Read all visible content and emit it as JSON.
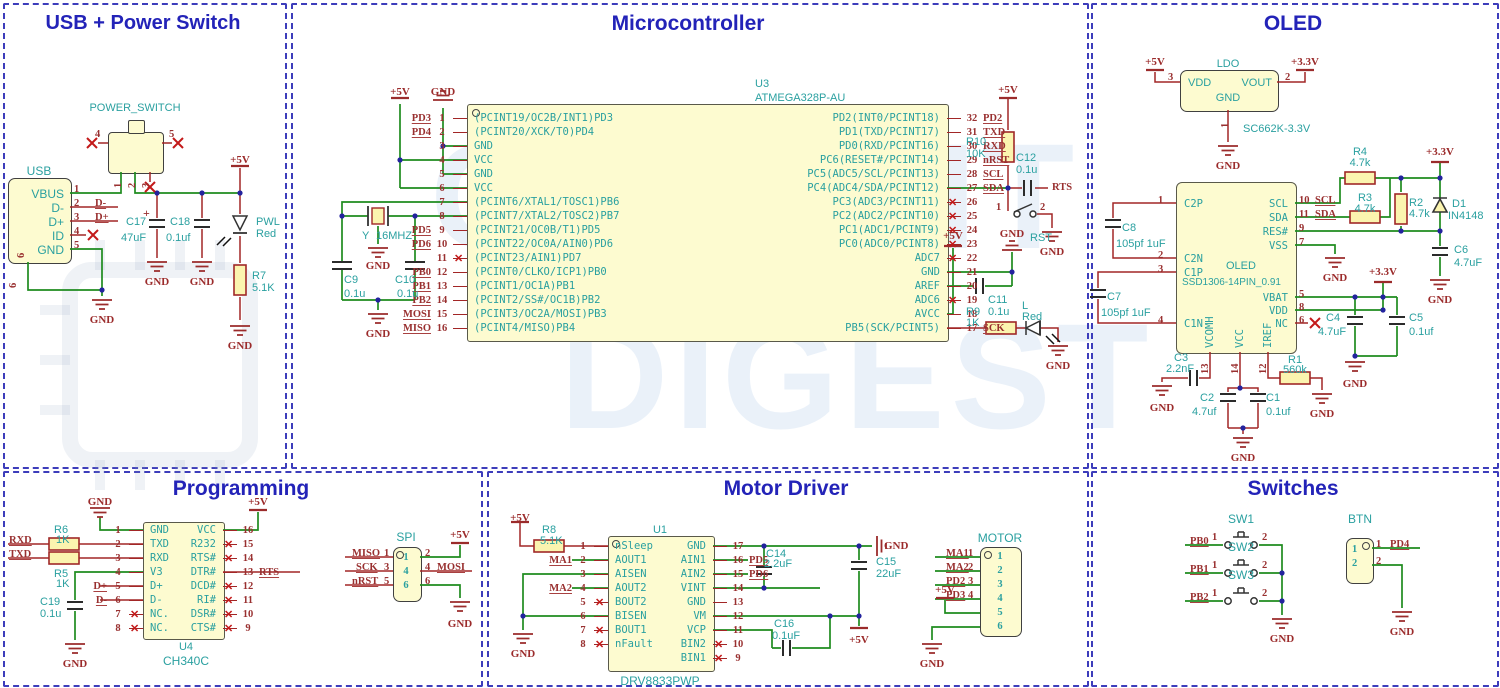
{
  "watermark": {
    "top": "CIRCUIT",
    "bottom": "DIGEST"
  },
  "colors": {
    "accent": "#2323b8",
    "teal": "#2aa0a0",
    "maroon": "#993030",
    "wire_green": "#1f8c1f",
    "wire_red": "#a22626",
    "chip_fill": "#fdfbd0"
  },
  "nets": {
    "p5v": "+5V",
    "p3v3": "+3.3V",
    "gnd": "GND",
    "rts": "RTS",
    "plus": "+",
    "dm": "D-",
    "dp": "D+"
  },
  "usb": {
    "title": "USB + Power Switch",
    "conn": "USB",
    "pins": [
      {
        "num": "1",
        "name": "VBUS"
      },
      {
        "num": "2",
        "name": "D-"
      },
      {
        "num": "3",
        "name": "D+"
      },
      {
        "num": "4",
        "name": "ID"
      },
      {
        "num": "5",
        "name": "GND"
      }
    ],
    "pin6_in": "6",
    "pin6_out": "6",
    "sw": "POWER_SWITCH",
    "swp4": "4",
    "swp5": "5",
    "swp1": "1",
    "swp2": "2",
    "swp3": "3",
    "c17": "C17",
    "c17v": "47uF",
    "c18": "C18",
    "c18v": "0.1uf",
    "led": "PWL",
    "ledv": "Red",
    "r7": "R7",
    "r7v": "5.1K"
  },
  "mcu": {
    "title": "Microcontroller",
    "ref": "U3",
    "part": "ATMEGA328P-AU",
    "left": [
      {
        "net": "PD3",
        "num": "1",
        "name": "(PCINT19/OC2B/INT1)PD3"
      },
      {
        "net": "PD4",
        "num": "2",
        "name": "(PCINT20/XCK/T0)PD4"
      },
      {
        "net": "",
        "num": "3",
        "name": "GND"
      },
      {
        "net": "",
        "num": "4",
        "name": "VCC"
      },
      {
        "net": "",
        "num": "5",
        "name": "GND"
      },
      {
        "net": "",
        "num": "6",
        "name": "VCC"
      },
      {
        "net": "",
        "num": "7",
        "name": "(PCINT6/XTAL1/TOSC1)PB6"
      },
      {
        "net": "",
        "num": "8",
        "name": "(PCINT7/XTAL2/TOSC2)PB7"
      },
      {
        "net": "PD5",
        "num": "9",
        "name": "(PCINT21/OC0B/T1)PD5"
      },
      {
        "net": "PD6",
        "num": "10",
        "name": "(PCINT22/OC0A/AIN0)PD6"
      },
      {
        "net": "",
        "num": "11",
        "name": "(PCINT23/AIN1)PD7",
        "x": true
      },
      {
        "net": "PB0",
        "num": "12",
        "name": "(PCINT0/CLKO/ICP1)PB0"
      },
      {
        "net": "PB1",
        "num": "13",
        "name": "(PCINT1/OC1A)PB1"
      },
      {
        "net": "PB2",
        "num": "14",
        "name": "(PCINT2/SS#/OC1B)PB2"
      },
      {
        "net": "MOSI",
        "num": "15",
        "name": "(PCINT3/OC2A/MOSI)PB3"
      },
      {
        "net": "MISO",
        "num": "16",
        "name": "(PCINT4/MISO)PB4"
      }
    ],
    "right": [
      {
        "net": "PD2",
        "num": "32",
        "name": "PD2(INT0/PCINT18)"
      },
      {
        "net": "TXD",
        "num": "31",
        "name": "PD1(TXD/PCINT17)"
      },
      {
        "net": "RXD",
        "num": "30",
        "name": "PD0(RXD/PCINT16)"
      },
      {
        "net": "nRST",
        "num": "29",
        "name": "PC6(RESET#/PCINT14)"
      },
      {
        "net": "SCL",
        "num": "28",
        "name": "PC5(ADC5/SCL/PCINT13)"
      },
      {
        "net": "SDA",
        "num": "27",
        "name": "PC4(ADC4/SDA/PCINT12)"
      },
      {
        "net": "",
        "num": "26",
        "name": "PC3(ADC3/PCINT11)",
        "x": true
      },
      {
        "net": "",
        "num": "25",
        "name": "PC2(ADC2/PCINT10)",
        "x": true
      },
      {
        "net": "",
        "num": "24",
        "name": "PC1(ADC1/PCINT9)",
        "x": true
      },
      {
        "net": "",
        "num": "23",
        "name": "PC0(ADC0/PCINT8)",
        "x": true
      },
      {
        "net": "",
        "num": "22",
        "name": "ADC7",
        "x": true
      },
      {
        "net": "",
        "num": "21",
        "name": "GND"
      },
      {
        "net": "",
        "num": "20",
        "name": "AREF"
      },
      {
        "net": "",
        "num": "19",
        "name": "ADC6",
        "x": true
      },
      {
        "net": "",
        "num": "18",
        "name": "AVCC"
      },
      {
        "net": "SCK",
        "num": "17",
        "name": "PB5(SCK/PCINT5)"
      }
    ],
    "y": "Y",
    "yv": "16MHZ",
    "c9": "C9",
    "c9v": "0.1u",
    "c10": "C10",
    "c10v": "0.1u",
    "r10": "R10",
    "r10v": "10K",
    "c12": "C12",
    "c12v": "0.1u",
    "sw1": "1",
    "sw2": "2",
    "rst": "RST",
    "c11": "C11",
    "c11v": "0.1u",
    "r9": "R9",
    "r9v": "1K",
    "led": "L",
    "ledv": "Red"
  },
  "oled": {
    "title": "OLED",
    "ldo": "LDO",
    "ldopart": "SC662K-3.3V",
    "vdd": "VDD",
    "vout": "VOUT",
    "lgnd": "GND",
    "p3": "3",
    "p2": "2",
    "p1": "1",
    "name": "OLED",
    "part": "SSD1306-14PIN_0.91",
    "left": [
      {
        "num": "1",
        "name": "C2P"
      },
      {
        "num": "2",
        "name": "C2N"
      },
      {
        "num": "3",
        "name": "C1P"
      },
      {
        "num": "4",
        "name": "C1N"
      }
    ],
    "right": [
      {
        "num": "10",
        "name": "SCL",
        "net": "SCL"
      },
      {
        "num": "11",
        "name": "SDA",
        "net": "SDA"
      },
      {
        "num": "9",
        "name": "RES#"
      },
      {
        "num": "7",
        "name": "VSS"
      },
      {
        "num": "5",
        "name": "VBAT"
      },
      {
        "num": "8",
        "name": "VDD"
      },
      {
        "num": "6",
        "name": "NC",
        "x": true
      }
    ],
    "bottom": [
      {
        "num": "13",
        "name": "VCOMH"
      },
      {
        "num": "14",
        "name": "VCC"
      },
      {
        "num": "12",
        "name": "IREF"
      }
    ],
    "c8": "C8",
    "c8v": "105pf 1uF",
    "c7": "C7",
    "c7v": "105pf 1uF",
    "r4": "R4",
    "r4v": "4.7k",
    "r3": "R3",
    "r3v": "4.7k",
    "r2": "R2",
    "r2v": "4.7k",
    "d1": "D1",
    "d1v": "IN4148",
    "c6": "C6",
    "c6v": "4.7uF",
    "c4": "C4",
    "c4v": "4.7uF",
    "c5": "C5",
    "c5v": "0.1uf",
    "c3": "C3",
    "c3v": "2.2nF",
    "c2": "C2",
    "c2v": "4.7uf",
    "c1": "C1",
    "c1v": "0.1uf",
    "r1": "R1",
    "r1v": "560k"
  },
  "prog": {
    "title": "Programming",
    "ref": "U4",
    "part": "CH340C",
    "left": [
      {
        "net": "",
        "num": "1",
        "name": "GND"
      },
      {
        "net": "",
        "num": "2",
        "name": "TXD"
      },
      {
        "net": "",
        "num": "3",
        "name": "RXD"
      },
      {
        "net": "",
        "num": "4",
        "name": "V3"
      },
      {
        "net": "D+",
        "num": "5",
        "name": "D+"
      },
      {
        "net": "D-",
        "num": "6",
        "name": "D-"
      },
      {
        "net": "",
        "num": "7",
        "name": "NC.",
        "x": true
      },
      {
        "net": "",
        "num": "8",
        "name": "NC.",
        "x": true
      }
    ],
    "right": [
      {
        "net": "",
        "num": "16",
        "name": "VCC"
      },
      {
        "net": "",
        "num": "15",
        "name": "R232",
        "x": true
      },
      {
        "net": "",
        "num": "14",
        "name": "RTS#",
        "x": true
      },
      {
        "net": "RTS",
        "num": "13",
        "name": "DTR#"
      },
      {
        "net": "",
        "num": "12",
        "name": "DCD#",
        "x": true
      },
      {
        "net": "",
        "num": "11",
        "name": "RI#",
        "x": true
      },
      {
        "net": "",
        "num": "10",
        "name": "DSR#",
        "x": true
      },
      {
        "net": "",
        "num": "9",
        "name": "CTS#",
        "x": true
      }
    ],
    "r6": "R6",
    "r6v": "1K",
    "r5": "R5",
    "r5v": "1K",
    "c19": "C19",
    "c19v": "0.1u",
    "rxd": "RXD",
    "txd": "TXD",
    "spi": "SPI",
    "spil": [
      {
        "net": "MISO",
        "num": "1"
      },
      {
        "net": "SCK",
        "num": "3"
      },
      {
        "net": "nRST",
        "num": "5"
      }
    ],
    "spir": [
      {
        "num": "2"
      },
      {
        "num": "4",
        "net": "MOSI"
      },
      {
        "num": "6"
      }
    ],
    "spii": [
      "1",
      "4",
      "6"
    ]
  },
  "motor": {
    "title": "Motor Driver",
    "ref": "U1",
    "part": "DRV8833PWP",
    "left": [
      {
        "net": "",
        "num": "1",
        "name": "nSleep"
      },
      {
        "net": "MA1",
        "num": "2",
        "name": "AOUT1"
      },
      {
        "net": "",
        "num": "3",
        "name": "AISEN"
      },
      {
        "net": "MA2",
        "num": "4",
        "name": "AOUT2"
      },
      {
        "net": "",
        "num": "5",
        "name": "BOUT2",
        "x": true
      },
      {
        "net": "",
        "num": "6",
        "name": "BISEN"
      },
      {
        "net": "",
        "num": "7",
        "name": "BOUT1",
        "x": true
      },
      {
        "net": "",
        "num": "8",
        "name": "nFault",
        "x": true
      }
    ],
    "right": [
      {
        "net": "",
        "num": "17",
        "name": "GND"
      },
      {
        "net": "PD5",
        "num": "16",
        "name": "AIN1"
      },
      {
        "net": "PD6",
        "num": "15",
        "name": "AIN2"
      },
      {
        "net": "",
        "num": "14",
        "name": "VINT"
      },
      {
        "net": "",
        "num": "13",
        "name": "GND"
      },
      {
        "net": "",
        "num": "12",
        "name": "VM"
      },
      {
        "net": "",
        "num": "11",
        "name": "VCP"
      },
      {
        "net": "",
        "num": "10",
        "name": "BIN2",
        "x": true
      },
      {
        "net": "",
        "num": "9",
        "name": "BIN1",
        "x": true
      }
    ],
    "r8": "R8",
    "r8v": "5.1K",
    "c14": "C14",
    "c14v": "2.2uF",
    "c15": "C15",
    "c15v": "22uF",
    "c16": "C16",
    "c16v": "0.1uF",
    "conn": "MOTOR",
    "cpins": [
      {
        "num": "1",
        "net": "MA1"
      },
      {
        "num": "2",
        "net": "MA2"
      },
      {
        "num": "3",
        "net": "PD2"
      },
      {
        "num": "4",
        "net": "PD3"
      },
      {
        "num": "5",
        "net": ""
      },
      {
        "num": "6",
        "net": ""
      }
    ],
    "cinner": [
      "1",
      "2",
      "3",
      "4",
      "5",
      "6"
    ]
  },
  "sw": {
    "title": "Switches",
    "rows": [
      {
        "name": "SW1",
        "net": "PB0",
        "p1": "1",
        "p2": "2"
      },
      {
        "name": "SW2",
        "net": "PB1",
        "p1": "1",
        "p2": "2"
      },
      {
        "name": "SW3",
        "net": "PB2",
        "p1": "1",
        "p2": "2"
      }
    ],
    "btn": "BTN",
    "b1": "1",
    "b2": "2",
    "bnet": "PD4",
    "binner": [
      "1",
      "2"
    ]
  }
}
